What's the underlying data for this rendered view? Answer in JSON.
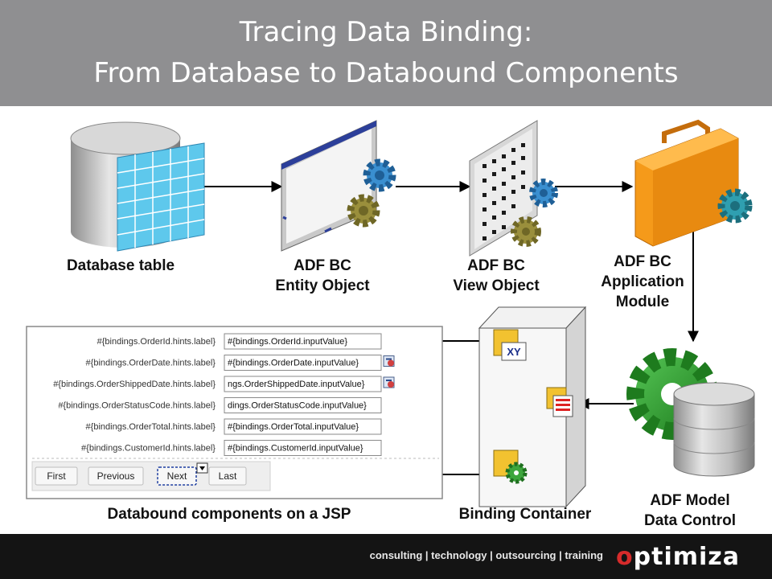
{
  "header": {
    "title_line1": "Tracing Data Binding:",
    "title_line2": "From Database to Databound Components"
  },
  "nodes": {
    "database_table": [
      "Database table"
    ],
    "entity_object": [
      "ADF BC",
      "Entity Object"
    ],
    "view_object": [
      "ADF BC",
      "View Object"
    ],
    "application_module": [
      "ADF BC",
      "Application",
      "Module"
    ],
    "data_control": [
      "ADF Model",
      "Data Control"
    ],
    "binding_container": [
      "Binding Container"
    ],
    "jsp": [
      "Databound components on a JSP"
    ]
  },
  "jsp_form": {
    "rows": [
      {
        "label": "#{bindings.OrderId.hints.label}",
        "value": "#{bindings.OrderId.inputValue}",
        "picker": false
      },
      {
        "label": "#{bindings.OrderDate.hints.label}",
        "value": "#{bindings.OrderDate.inputValue}",
        "picker": true
      },
      {
        "label": "#{bindings.OrderShippedDate.hints.label}",
        "value": "ngs.OrderShippedDate.inputValue}",
        "picker": true
      },
      {
        "label": "#{bindings.OrderStatusCode.hints.label}",
        "value": "dings.OrderStatusCode.inputValue}",
        "picker": false
      },
      {
        "label": "#{bindings.OrderTotal.hints.label}",
        "value": "#{bindings.OrderTotal.inputValue}",
        "picker": false
      },
      {
        "label": "#{bindings.CustomerId.hints.label}",
        "value": "#{bindings.CustomerId.inputValue}",
        "picker": false
      }
    ],
    "nav_buttons": [
      "First",
      "Previous",
      "Next",
      "Last"
    ]
  },
  "footer": {
    "tagline": "consulting | technology | outsourcing | training",
    "brand_first": "o",
    "brand_rest": "ptimiza"
  },
  "colors": {
    "header_bg": "#8f8f91",
    "footer_bg": "#141414",
    "brand_accent": "#d62b2b",
    "gear_blue": "#3a8fd0",
    "gear_olive": "#9a8f3c",
    "gear_green": "#2e9a2e",
    "briefcase_orange": "#f59a1a",
    "grid_cyan": "#6fd0ee"
  }
}
